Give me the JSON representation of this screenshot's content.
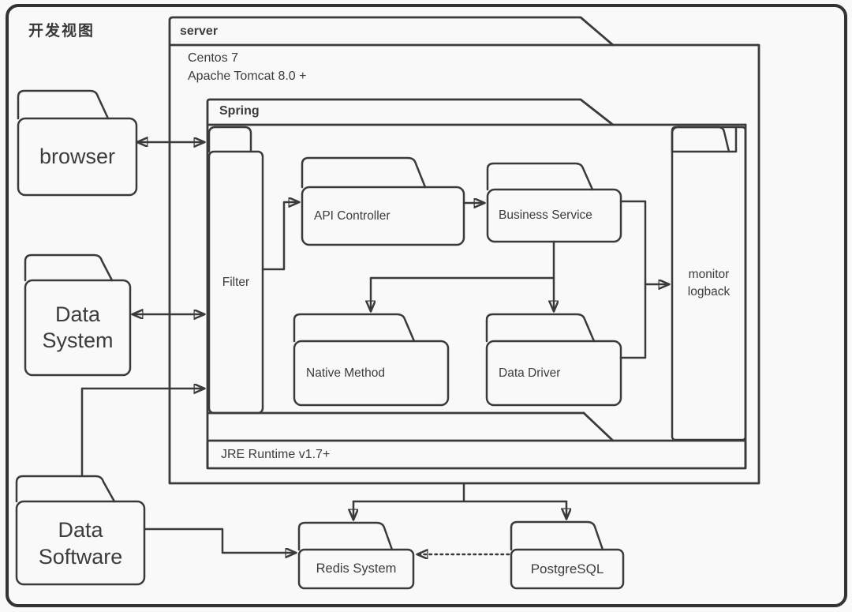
{
  "page": {
    "background": "#f9f9f9",
    "stroke_color": "#3a3a3a",
    "text_color": "#3c3c3c"
  },
  "diagram": {
    "title": "开发视图",
    "server": {
      "label": "server",
      "env_line1": "Centos 7",
      "env_line2": "Apache Tomcat 8.0 +"
    },
    "spring": {
      "label": "Spring"
    },
    "filter": {
      "label": "Filter"
    },
    "api_controller": {
      "label": "API Controller"
    },
    "business_service": {
      "label": "Business Service"
    },
    "native_method": {
      "label": "Native Method"
    },
    "data_driver": {
      "label": "Data Driver"
    },
    "monitor": {
      "line1": "monitor",
      "line2": "logback"
    },
    "jre": {
      "label": "JRE Runtime v1.7+"
    },
    "browser": {
      "label": "browser"
    },
    "data_system": {
      "line1": "Data",
      "line2": "System"
    },
    "data_software": {
      "line1": "Data",
      "line2": "Software"
    },
    "redis": {
      "label": "Redis System"
    },
    "postgresql": {
      "label": "PostgreSQL"
    }
  }
}
